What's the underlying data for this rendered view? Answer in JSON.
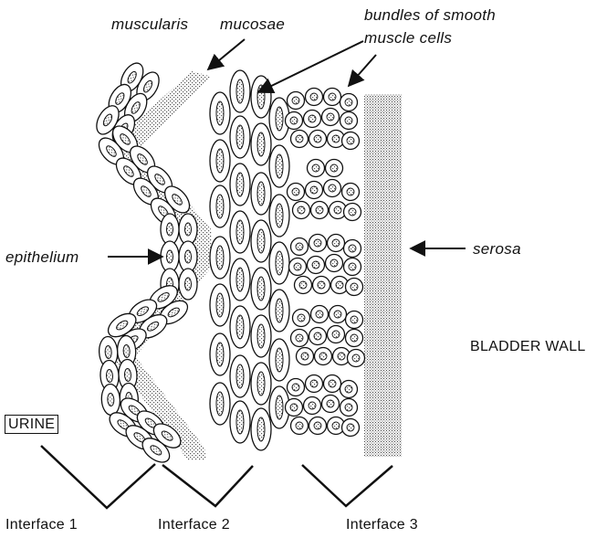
{
  "labels": {
    "muscularis": "muscularis",
    "mucosae": "mucosae",
    "bundles_line1": "bundles of smooth",
    "bundles_line2": "muscle cells",
    "epithelium": "epithelium",
    "serosa": "serosa",
    "bladder_wall": "BLADDER WALL",
    "urine": "URINE"
  },
  "interfaces": [
    {
      "label": "Interface 1"
    },
    {
      "label": "Interface 2"
    },
    {
      "label": "Interface 3"
    }
  ],
  "colors": {
    "ink": "#111111",
    "stipple": "#8a8a8a",
    "background": "#ffffff"
  }
}
